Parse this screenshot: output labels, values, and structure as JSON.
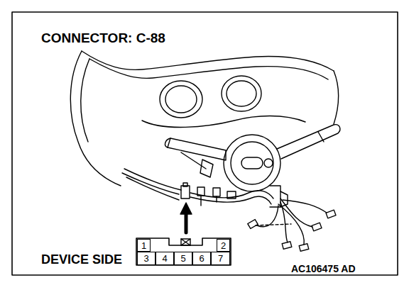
{
  "diagram": {
    "title": "CONNECTOR: C-88",
    "nodes": [
      {
        "text": [
          "1"
        ]
      },
      {
        "text": [
          "2"
        ]
      },
      {
        "text": [
          "3"
        ]
      },
      {
        "text": [
          "4"
        ]
      },
      {
        "text": [
          "5"
        ]
      },
      {
        "text": [
          "6"
        ]
      },
      {
        "text": [
          "7"
        ]
      }
    ],
    "labels": [
      "DEVICE SIDE",
      "AC106475 AD"
    ]
  }
}
